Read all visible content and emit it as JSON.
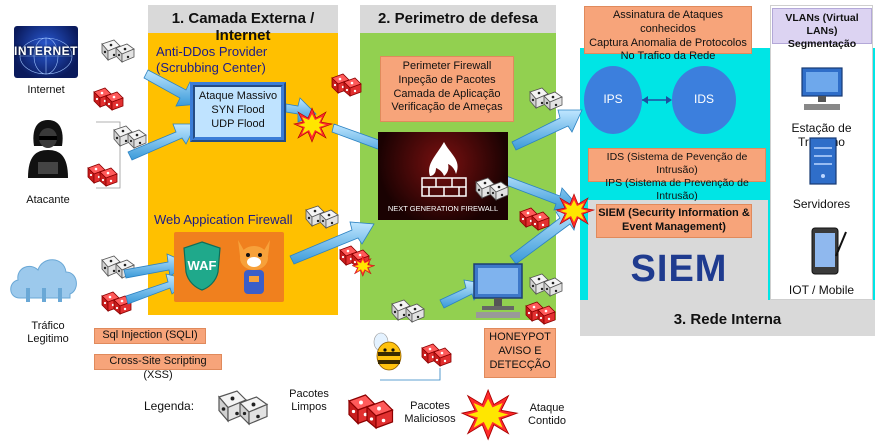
{
  "zones": {
    "external": {
      "title": "1. Camada Externa / Internet",
      "color": "#ffc000"
    },
    "perimeter": {
      "title": "2. Perimetro de defesa",
      "color": "#92d050"
    },
    "internal": {
      "title": "3. Rede Interna",
      "color": "#00e5e5"
    }
  },
  "left": {
    "internet_logo": "INTERNET",
    "internet_label": "Internet",
    "attacker_label": "Atacante",
    "legit_label": "Tráfico\nLegitimo"
  },
  "external": {
    "ddos_title": "Anti-DDos Provider\n(Scrubbing Center)",
    "ddos_items": [
      "Ataque Massivo",
      "SYN Flood",
      "UDP Flood"
    ],
    "waf_title": "Web Appication Firewall",
    "waf_logo": "WAF",
    "sqli": "Sql Injection (SQLI)",
    "xss": "Cross-Site Scripting (XSS)"
  },
  "perimeter": {
    "firewall_desc": [
      "Perimeter Firewall",
      "Inpeção de Pacotes",
      "Camada de Aplicação",
      "Verificação de Ameças"
    ],
    "ngfw_label": "NEXT GENERATION FIREWALL",
    "honeypot": [
      "HONEYPOT",
      "AVISO E",
      "DETECÇÃO"
    ]
  },
  "internal": {
    "sig_box": [
      "Assinatura de Ataques conhecidos",
      "Captura Anomalia de Protocolos",
      "No Trafico da Rede"
    ],
    "ips": "IPS",
    "ids": "IDS",
    "ids_desc": "IDS (Sistema de Pevenção de Intrusão)",
    "ips_desc": "IPS (Sistema de Prevenção de Intrusão)",
    "siem_box": [
      "SIEM (Security Information &",
      "Event Management)"
    ],
    "siem_logo": "SIEM",
    "vlans": [
      "VLANs  (Virtual LANs)",
      "Segmentação"
    ],
    "workstation": "Estação de Trabalho",
    "servers": "Servidores",
    "iot": "IOT / Mobile"
  },
  "legend": {
    "title": "Legenda:",
    "clean": "Pacotes\nLimpos",
    "malicious": "Pacotes\nMaliciosos",
    "contained": "Ataque\nContido"
  }
}
